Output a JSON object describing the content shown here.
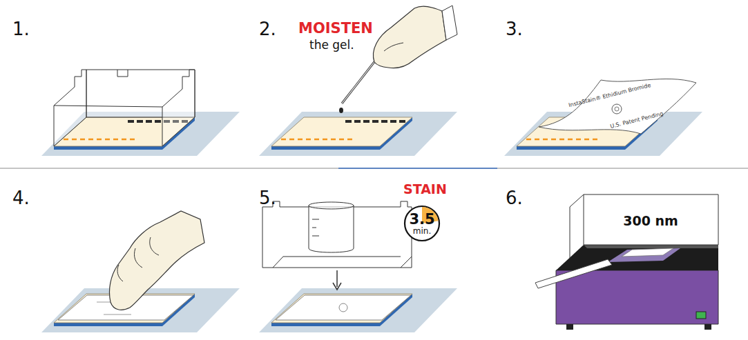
{
  "diagram": {
    "nodes": [
      {
        "text": [
          "3.5",
          "min."
        ]
      }
    ],
    "labels": [
      "1.",
      "2.",
      "MOISTEN",
      "the gel.",
      "3.",
      "InstaStain® Ethidium Bromide",
      "U.S. Patent Pending",
      "4.",
      "5.",
      "STAIN",
      "6.",
      "300 nm"
    ]
  }
}
